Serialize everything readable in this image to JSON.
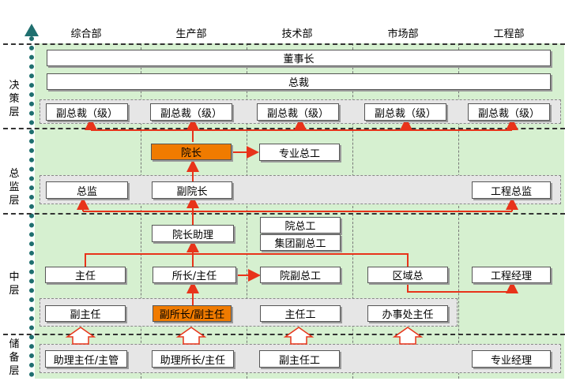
{
  "columns": [
    "综合部",
    "生产部",
    "技术部",
    "市场部",
    "工程部"
  ],
  "layers": [
    "决策层",
    "总监层",
    "中层",
    "储备层"
  ],
  "nodes": {
    "chairman": "董事长",
    "president": "总裁",
    "vp1": "副总裁（级）",
    "vp2": "副总裁（级）",
    "vp3": "副总裁（级）",
    "vp4": "副总裁（级）",
    "vp5": "副总裁（级）",
    "dean": "院长",
    "chief_engineer_prof": "专业总工",
    "director": "总监",
    "vice_dean": "副院长",
    "eng_director": "工程总监",
    "dean_assistant": "院长助理",
    "institute_chief_engineer": "院总工",
    "group_vice_chief_engineer": "集团副总工",
    "head": "主任",
    "institute_head": "所长/主任",
    "institute_vice_chief_engineer": "院副总工",
    "regional_head": "区域总",
    "eng_manager": "工程经理",
    "deputy_head": "副主任",
    "deputy_institute_head": "副所长/副主任",
    "chief_engineer_staff": "主任工",
    "office_head": "办事处主任",
    "asst_head": "助理主任/主管",
    "asst_institute_head": "助理所长/主任",
    "deputy_chief_engineer_staff": "副主任工",
    "prof_manager": "专业经理"
  },
  "colors": {
    "accent_orange": "#f07b00",
    "arrow_red": "#e8331a",
    "green_bg": "#d6f0d0",
    "teal_axis": "#1f6f6f"
  }
}
